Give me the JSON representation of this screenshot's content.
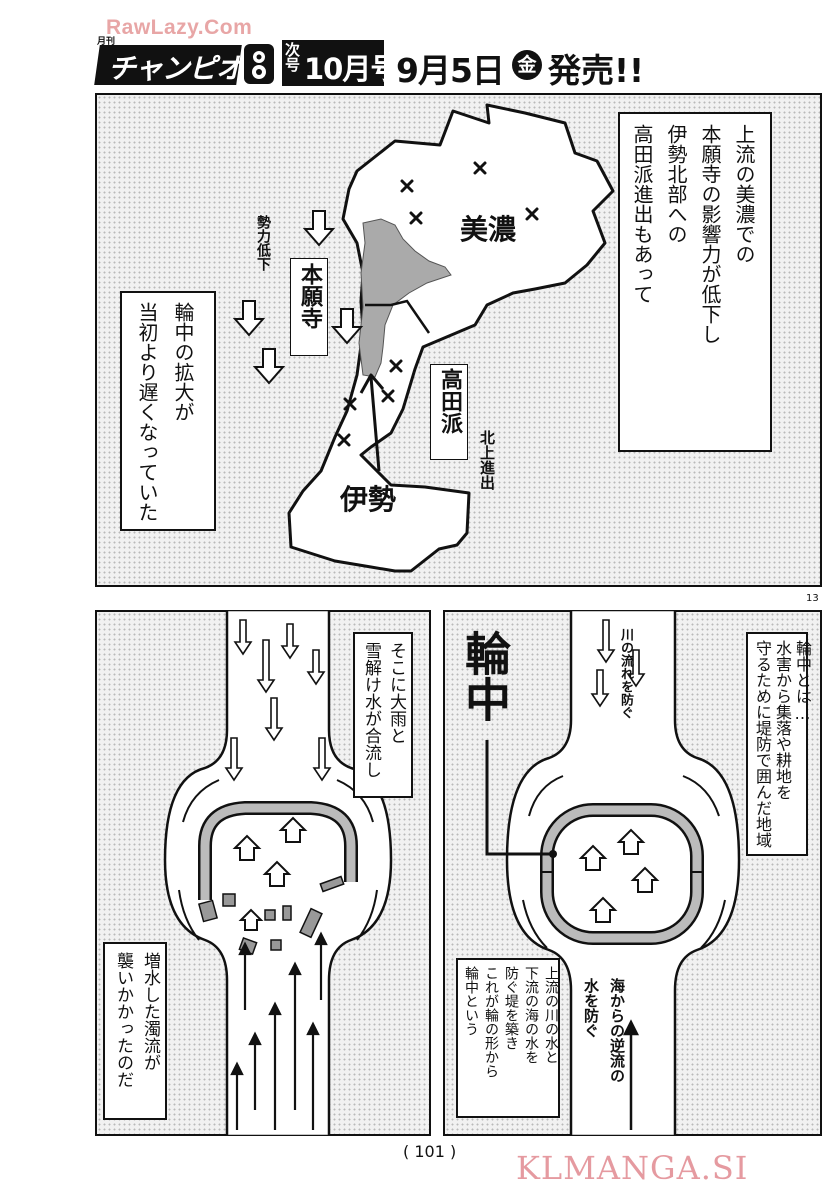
{
  "header": {
    "watermark_top": "RawLazy.Com",
    "logo_small": "月刊",
    "logo": "チャンピオン",
    "issue_prefix": "次号",
    "issue_month": "10月号",
    "release_date": "9月5日",
    "release_weekday": "金",
    "release_text": "発売!!"
  },
  "map_panel": {
    "caption_right": "上流の美濃での\n本願寺の影響力が低下し\n伊勢北部への\n高田派進出もあって",
    "caption_left": "輪中の拡大が\n当初より遅くなっていた",
    "label_mino": "美濃",
    "label_ise": "伊勢",
    "label_honganji": "本願寺",
    "label_takada": "高田派",
    "label_decline": "勢力低下",
    "label_north": "北上進出"
  },
  "left_panel": {
    "caption_top": "そこに大雨と\n雪解け水が合流し",
    "caption_bottom": "増水した濁流が\n襲いかかったのだ"
  },
  "right_panel": {
    "caption_top": "輪中とは…\n水害から集落や耕地を\n守るために堤防で囲んだ地域",
    "title": "輪中",
    "label_river": "川の流れを防ぐ",
    "label_sea": "海からの逆流の\n水を防ぐ",
    "caption_bottom": "上流の川の水と\n下流の海の水を\n防ぐ堤を築き\nこれが輪の形から\n輪中という"
  },
  "footer": {
    "page_side": "13",
    "page": "( 101 )",
    "watermark_bottom": "KLMANGA.SI"
  }
}
